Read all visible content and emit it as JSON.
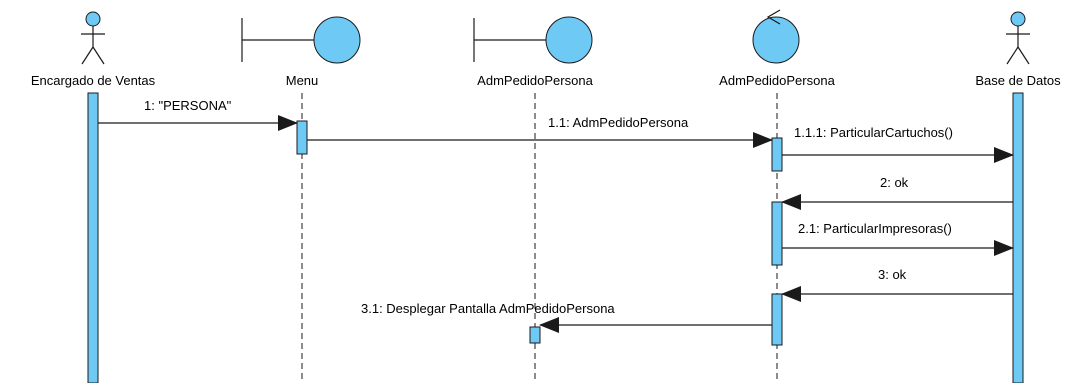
{
  "colors": {
    "fill": "#6ECAF5",
    "stroke": "#1A1A1A",
    "background": "#FFFFFF"
  },
  "participants": [
    {
      "id": "p0",
      "label": "Encargado de Ventas",
      "kind": "actor",
      "icon": "actor-icon"
    },
    {
      "id": "p1",
      "label": "Menu",
      "kind": "boundary",
      "icon": "boundary-icon"
    },
    {
      "id": "p2",
      "label": "AdmPedidoPersona",
      "kind": "boundary",
      "icon": "boundary-icon"
    },
    {
      "id": "p3",
      "label": "AdmPedidoPersona",
      "kind": "control",
      "icon": "control-icon"
    },
    {
      "id": "p4",
      "label": "Base de Datos",
      "kind": "actor",
      "icon": "actor-icon"
    }
  ],
  "messages": [
    {
      "label": "1: \"PERSONA\"",
      "from": "p0",
      "to": "p1"
    },
    {
      "label": "1.1: AdmPedidoPersona",
      "from": "p1",
      "to": "p3"
    },
    {
      "label": "1.1.1: ParticularCartuchos()",
      "from": "p3",
      "to": "p4"
    },
    {
      "label": "2: ok",
      "from": "p4",
      "to": "p3"
    },
    {
      "label": "2.1: ParticularImpresoras()",
      "from": "p3",
      "to": "p4"
    },
    {
      "label": "3: ok",
      "from": "p4",
      "to": "p3"
    },
    {
      "label": "3.1: Desplegar Pantalla AdmPedidoPersona",
      "from": "p3",
      "to": "p2"
    }
  ]
}
